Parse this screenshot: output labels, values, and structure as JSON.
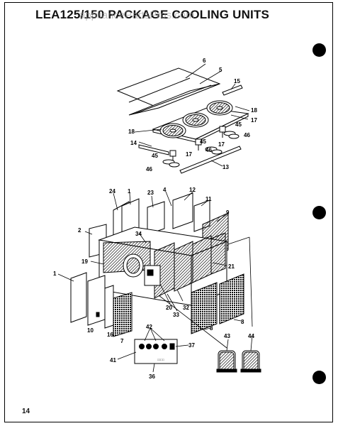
{
  "header": {
    "title": "LEA125/150 PACKAGE COOLING UNITS",
    "watermark": "appliancePartsPros.com"
  },
  "page_number": "14",
  "callouts": {
    "c6": "6",
    "c5": "5",
    "c15": "15",
    "c18a": "18",
    "c18b": "18",
    "c17a": "17",
    "c17b": "17",
    "c17c": "17",
    "c45a": "45",
    "c45b": "45",
    "c45c": "45",
    "c46a": "46",
    "c46b": "46",
    "c46c": "46",
    "c14": "14",
    "c13": "13",
    "c24": "24",
    "c1a": "1",
    "c23": "23",
    "c4": "4",
    "c12": "12",
    "c11": "11",
    "c9": "9",
    "c2": "2",
    "c34": "34",
    "c19": "19",
    "c21": "21",
    "c1b": "1",
    "c20": "20",
    "c32": "32",
    "c33": "33",
    "c10": "10",
    "c16": "16",
    "c7": "7",
    "c42": "42",
    "c8a": "8",
    "c8b": "8",
    "c43": "43",
    "c44": "44",
    "c37": "37",
    "c41": "41",
    "c36": "36"
  }
}
